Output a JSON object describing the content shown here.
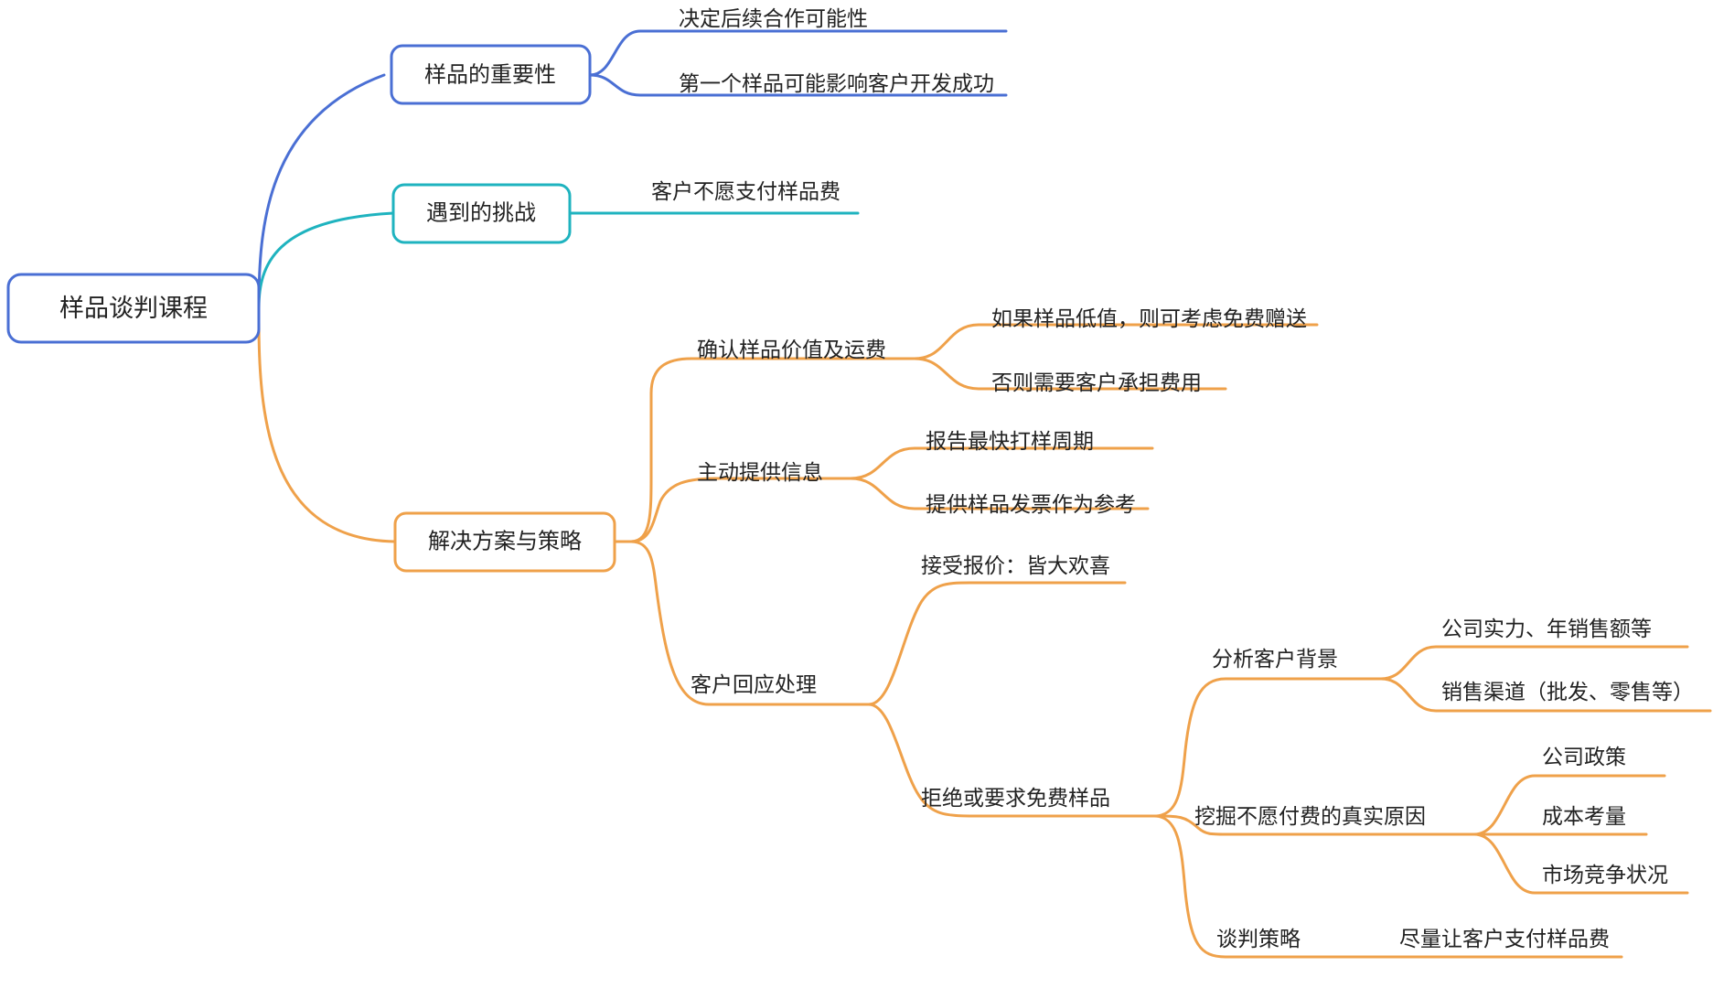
{
  "diagram": {
    "type": "mind-map",
    "title": "样品谈判课程",
    "background_color": "#ffffff",
    "colors": {
      "root_border": "#4a6fd4",
      "branch_blue": "#4a6fd4",
      "branch_teal": "#1fb3bf",
      "branch_orange": "#f0a košice"
    }
  },
  "root": {
    "label": "样品谈判课程",
    "color": "#4a6fd4"
  },
  "branches": [
    {
      "id": "importance",
      "label": "样品的重要性",
      "color": "#4a6fd4",
      "children": [
        {
          "label": "决定后续合作可能性"
        },
        {
          "label": "第一个样品可能影响客户开发成功"
        }
      ]
    },
    {
      "id": "challenges",
      "label": "遇到的挑战",
      "color": "#1fb3bf",
      "children": [
        {
          "label": "客户不愿支付样品费"
        }
      ]
    },
    {
      "id": "solutions",
      "label": "解决方案与策略",
      "color": "#efa14a",
      "children": [
        {
          "label": "确认样品价值及运费",
          "children": [
            {
              "label": "如果样品低值，则可考虑免费赠送"
            },
            {
              "label": "否则需要客户承担费用"
            }
          ]
        },
        {
          "label": "主动提供信息",
          "children": [
            {
              "label": "报告最快打样周期"
            },
            {
              "label": "提供样品发票作为参考"
            }
          ]
        },
        {
          "label": "客户回应处理",
          "children": [
            {
              "label": "接受报价：皆大欢喜",
              "children": []
            },
            {
              "label": "拒绝或要求免费样品",
              "children": [
                {
                  "label": "分析客户背景",
                  "children": [
                    {
                      "label": "公司实力、年销售额等"
                    },
                    {
                      "label": "销售渠道（批发、零售等）"
                    }
                  ]
                },
                {
                  "label": "挖掘不愿付费的真实原因",
                  "children": [
                    {
                      "label": "公司政策"
                    },
                    {
                      "label": "成本考量"
                    },
                    {
                      "label": "市场竞争状况"
                    }
                  ]
                },
                {
                  "label": "谈判策略",
                  "children": [
                    {
                      "label": "尽量让客户支付样品费"
                    }
                  ]
                }
              ]
            }
          ]
        }
      ]
    }
  ],
  "labels": {
    "root": "样品谈判课程",
    "b1": "样品的重要性",
    "b1c1": "决定后续合作可能性",
    "b1c2": "第一个样品可能影响客户开发成功",
    "b2": "遇到的挑战",
    "b2c1": "客户不愿支付样品费",
    "b3": "解决方案与策略",
    "b3c1": "确认样品价值及运费",
    "b3c1a": "如果样品低值，则可考虑免费赠送",
    "b3c1b": "否则需要客户承担费用",
    "b3c2": "主动提供信息",
    "b3c2a": "报告最快打样周期",
    "b3c2b": "提供样品发票作为参考",
    "b3c3": "客户回应处理",
    "b3c3a": "接受报价：皆大欢喜",
    "b3c3b": "拒绝或要求免费样品",
    "b3c3b1": "分析客户背景",
    "b3c3b1a": "公司实力、年销售额等",
    "b3c3b1b": "销售渠道（批发、零售等）",
    "b3c3b2": "挖掘不愿付费的真实原因",
    "b3c3b2a": "公司政策",
    "b3c3b2b": "成本考量",
    "b3c3b2c": "市场竞争状况",
    "b3c3b3": "谈判策略",
    "b3c3b3a": "尽量让客户支付样品费"
  }
}
